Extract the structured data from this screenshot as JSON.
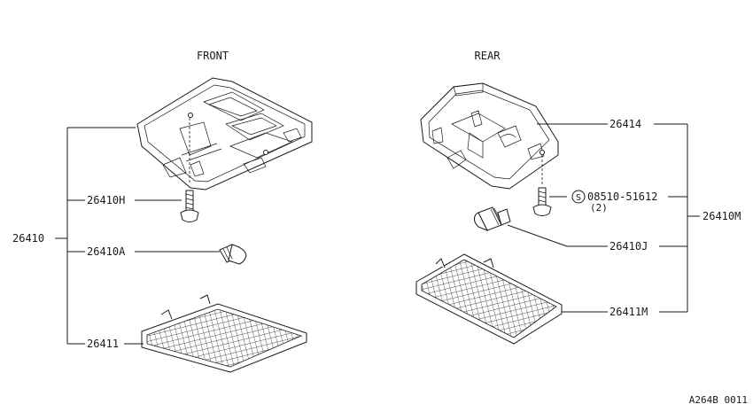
{
  "headings": {
    "front": "FRONT",
    "rear": "REAR"
  },
  "front_labels": {
    "assembly": "26410",
    "screw": "26410H",
    "bulb": "26410A",
    "lens": "26411"
  },
  "rear_labels": {
    "housing": "26414",
    "screw_symbol": "S",
    "screw_part": "08510-51612",
    "screw_qty": "(2)",
    "assembly": "26410M",
    "bulb": "26410J",
    "lens": "26411M"
  },
  "figure_code": "A264B 0011"
}
